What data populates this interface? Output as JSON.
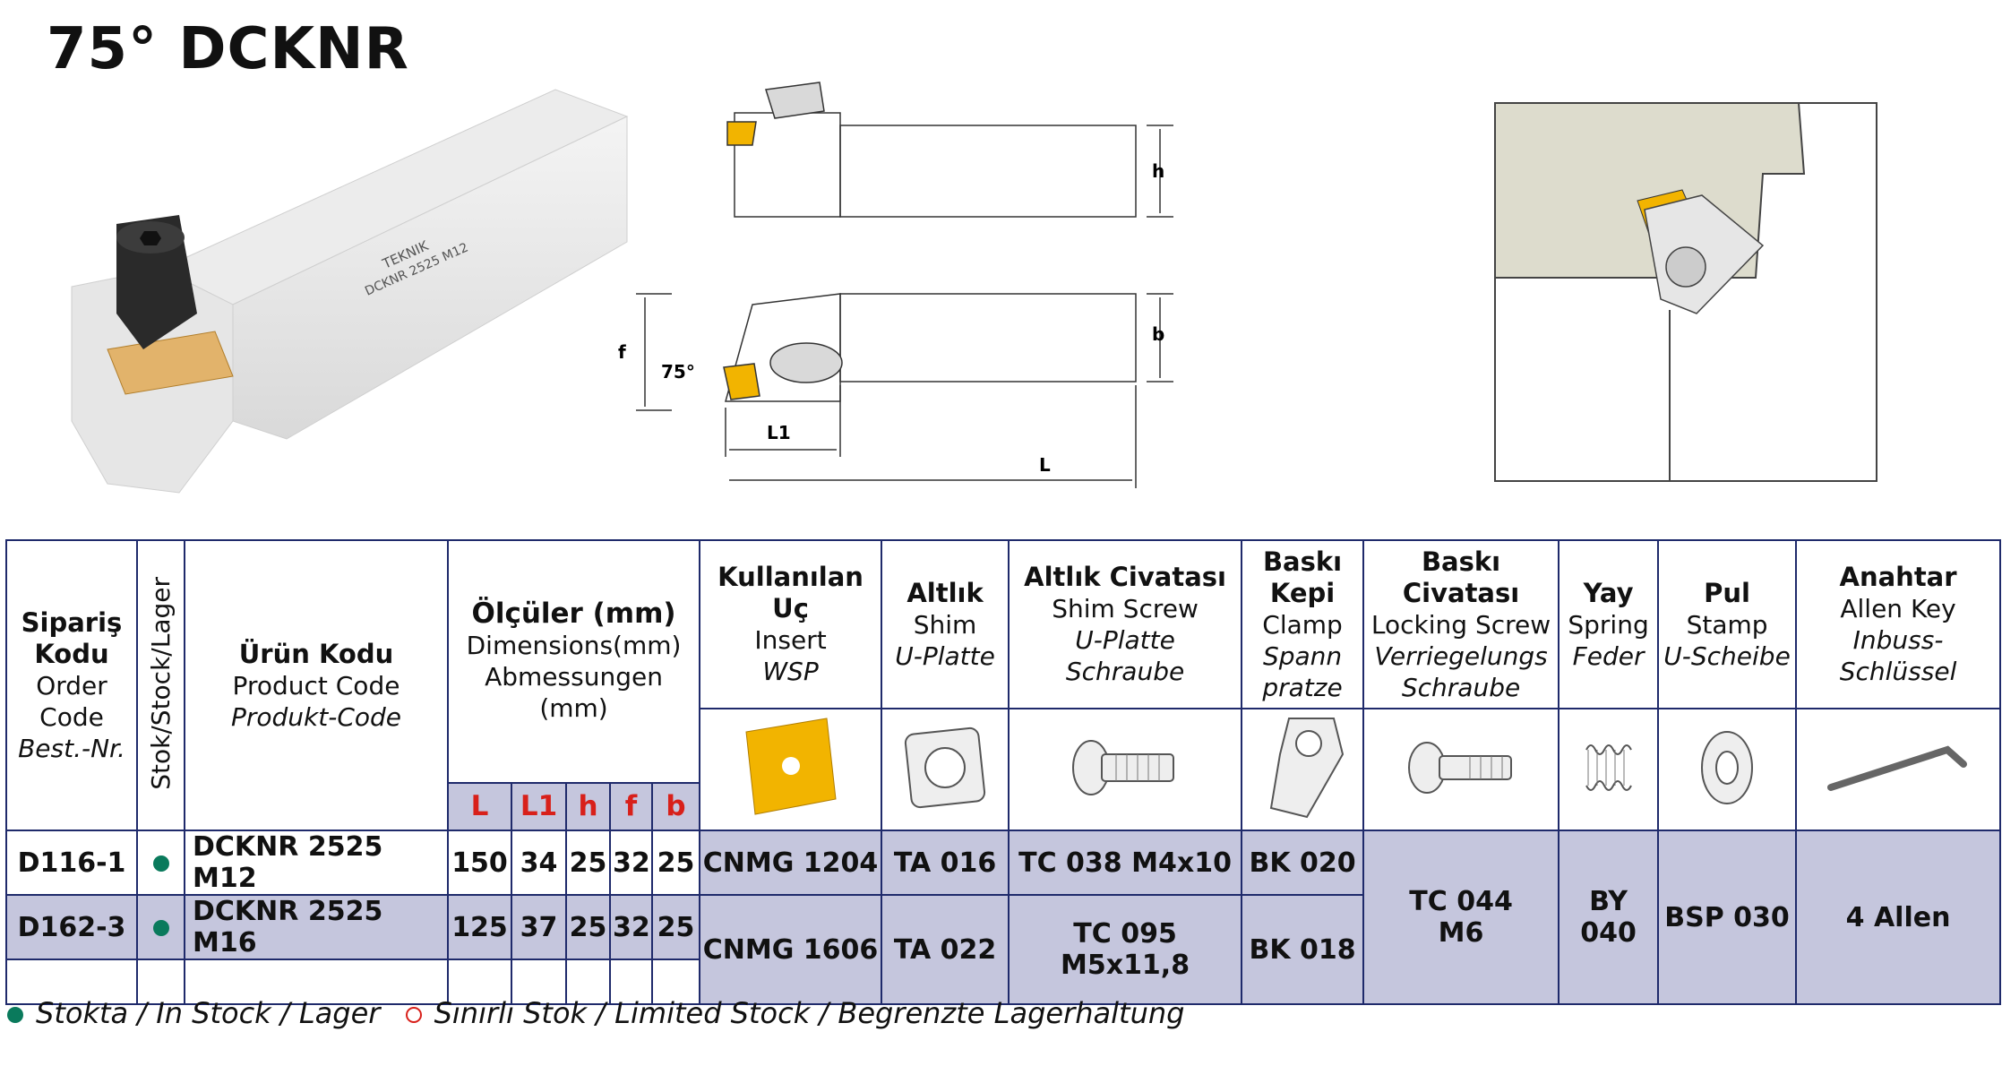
{
  "title": "75° DCKNR",
  "tool_marking": {
    "brand": "TEKNIK",
    "code": "DCKNR 2525 M12"
  },
  "drawing_labels": {
    "h": "h",
    "b": "b",
    "f": "f",
    "angle": "75°",
    "L1": "L1",
    "L": "L"
  },
  "table": {
    "headers": {
      "order_code": {
        "tr1": "Sipariş",
        "tr2": "Kodu",
        "en1": "Order",
        "en2": "Code",
        "de": "Best.-Nr."
      },
      "stock": "Stok/Stock/Lager",
      "product_code": {
        "tr": "Ürün Kodu",
        "en": "Product Code",
        "de": "Produkt-Code"
      },
      "dimensions": {
        "tr": "Ölçüler (mm)",
        "en": "Dimensions(mm)",
        "de1": "Abmessungen",
        "de2": "(mm)"
      },
      "dim_cols": [
        "L",
        "L1",
        "h",
        "f",
        "b"
      ],
      "insert": {
        "tr": "Kullanılan Uç",
        "en": "Insert",
        "de": "WSP"
      },
      "shim": {
        "tr": "Altlık",
        "en": "Shim",
        "de": "U-Platte"
      },
      "shim_screw": {
        "tr": "Altlık  Civatası",
        "en": "Shim Screw",
        "de1": "U-Platte",
        "de2": "Schraube"
      },
      "clamp": {
        "tr1": "Baskı",
        "tr2": "Kepi",
        "en": "Clamp",
        "de1": "Spann",
        "de2": "pratze"
      },
      "locking_screw": {
        "tr": "Baskı Civatası",
        "en": "Locking Screw",
        "de1": "Verriegelungs",
        "de2": "Schraube"
      },
      "spring": {
        "tr": "Yay",
        "en": "Spring",
        "de": "Feder"
      },
      "stamp": {
        "tr": "Pul",
        "en": "Stamp",
        "de": "U-Scheibe"
      },
      "key": {
        "tr": "Anahtar",
        "en": "Allen Key",
        "de": "Inbuss-Schlüssel"
      }
    },
    "rows": [
      {
        "order": "D116-1",
        "stock": "in-stock",
        "product": "DCKNR 2525 M12",
        "L": "150",
        "L1": "34",
        "h": "25",
        "f": "32",
        "b": "25",
        "insert": "CNMG 1204",
        "shim": "TA 016",
        "shim_screw": "TC 038 M4x10",
        "clamp": "BK 020"
      },
      {
        "order": "D162-3",
        "stock": "in-stock",
        "product": "DCKNR 2525 M16",
        "L": "125",
        "L1": "37",
        "h": "25",
        "f": "32",
        "b": "25",
        "insert": "CNMG 1606",
        "shim": "TA 022",
        "shim_screw_1": "TC 095",
        "shim_screw_2": "M5x11,8",
        "clamp": "BK 018"
      }
    ],
    "shared": {
      "locking_screw_1": "TC 044",
      "locking_screw_2": "M6",
      "spring_1": "BY",
      "spring_2": "040",
      "stamp": "BSP 030",
      "key": "4 Allen"
    }
  },
  "legend": {
    "in_stock": "Stokta / In Stock / Lager",
    "limited": "Sınırlı Stok / Limited Stock / Begrenzte Lagerhaltung"
  },
  "colors": {
    "navy": "#1f2a6b",
    "shade": "#c5c6dd",
    "dim_red": "#d8201a",
    "stock_green": "#0a7a5c",
    "insert_gold": "#f2b400"
  }
}
